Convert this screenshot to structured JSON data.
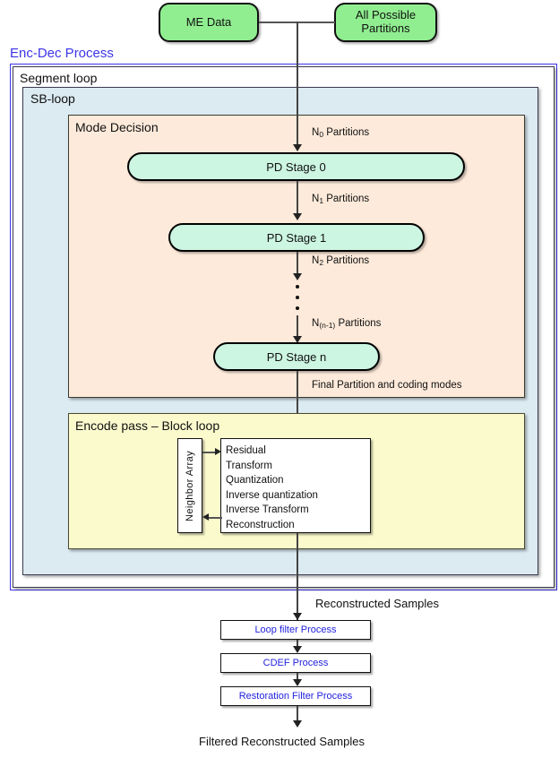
{
  "diagram": {
    "title": "Enc-Dec Process encoder block diagram",
    "inputs": {
      "me_data": "ME Data",
      "all_possible_partitions": "All Possible\nPartitions"
    },
    "containers": {
      "enc_dec_process": "Enc-Dec Process",
      "segment_loop": "Segment loop",
      "sb_loop": "SB-loop",
      "mode_decision": "Mode Decision",
      "encode_pass": "Encode pass – Block loop"
    },
    "stages": [
      {
        "label": "PD Stage 0"
      },
      {
        "label": "PD Stage 1"
      },
      {
        "label": "PD Stage n"
      }
    ],
    "edge_labels": {
      "n0": "N",
      "n0_sub": "0",
      "n0_tail": " Partitions",
      "n1": "N",
      "n1_sub": "1",
      "n1_tail": " Partitions",
      "n2": "N",
      "n2_sub": "2",
      "n2_tail": " Partitions",
      "nn1": "N",
      "nn1_sub": "(n-1)",
      "nn1_tail": " Partitions",
      "final_partition": "Final Partition and coding modes",
      "reconstructed_samples": "Reconstructed Samples",
      "filtered_reconstructed_samples": "Filtered Reconstructed Samples"
    },
    "neighbor_array": "Neighbor Array",
    "block_steps": [
      "Residual",
      "Transform",
      "Quantization",
      "Inverse quantization",
      "Inverse Transform",
      "Reconstruction"
    ],
    "filters": [
      {
        "label": "Loop filter Process"
      },
      {
        "label": "CDEF Process"
      },
      {
        "label": "Restoration Filter Process"
      }
    ],
    "colors": {
      "terminator_green": "#90ee90",
      "pill_mint": "#ccf5e2",
      "sb_loop_blue": "#dceaf2",
      "mode_decision_peach": "#fdeada",
      "encode_pass_yellow": "#fbfacd",
      "outer_frame_blue": "#3d34e8",
      "process_text_blue": "#2222dd"
    }
  }
}
